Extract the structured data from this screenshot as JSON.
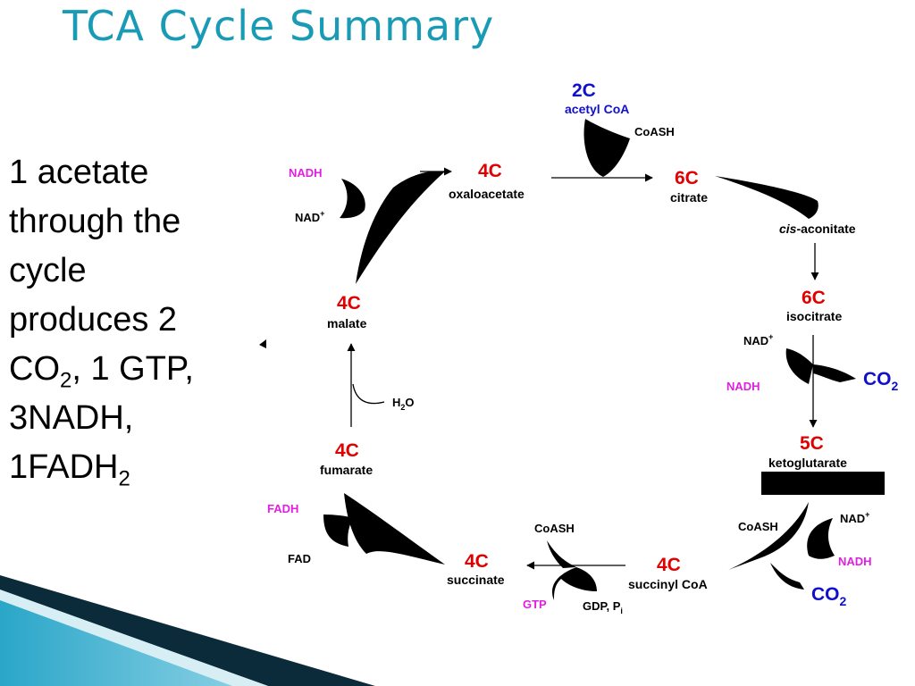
{
  "title": "TCA Cycle Summary",
  "summary": {
    "line1": "1 acetate",
    "line2": "through the",
    "line3": "cycle",
    "line4": "produces 2",
    "co_prefix": "CO",
    "co_sub": "2",
    "co_suffix": ", 1 GTP,",
    "line6": "3NADH,",
    "fadh_prefix": "1FADH",
    "fadh_sub": "2"
  },
  "molecules": {
    "acetyl_coa": {
      "carbons": "2C",
      "name": "acetyl CoA"
    },
    "oxaloacetate": {
      "carbons": "4C",
      "name": "oxaloacetate"
    },
    "citrate": {
      "carbons": "6C",
      "name": "citrate"
    },
    "cis_aconitate": {
      "prefix": "cis",
      "name": "-aconitate"
    },
    "isocitrate": {
      "carbons": "6C",
      "name": "isocitrate"
    },
    "ketoglutarate": {
      "carbons": "5C",
      "name": "ketoglutarate"
    },
    "succinyl_coa": {
      "carbons": "4C",
      "name": "succinyl CoA"
    },
    "succinate": {
      "carbons": "4C",
      "name": "succinate"
    },
    "fumarate": {
      "carbons": "4C",
      "name": "fumarate"
    },
    "malate": {
      "carbons": "4C",
      "name": "malate"
    }
  },
  "cofactors": {
    "coash_citrate": "CoASH",
    "nad_isocitrate": "NAD",
    "nadh_isocitrate": "NADH",
    "co2_isocitrate": "CO",
    "coash_keto": "CoASH",
    "nad_keto": "NAD",
    "nadh_keto": "NADH",
    "co2_keto": "CO",
    "coash_succinyl": "CoASH",
    "gtp": "GTP",
    "gdp_pi": "GDP, P",
    "pi_sub": "i",
    "fadh": "FADH",
    "fad": "FAD",
    "h2o_h": "H",
    "h2o_sub": "2",
    "h2o_o": "O",
    "nadh_malate": "NADH",
    "nad_malate": "NAD",
    "plus": "+",
    "two": "2"
  },
  "colors": {
    "title": "#1a9bb5",
    "carbon_count": "#e00000",
    "acetyl": "#1010cc",
    "nadh": "#e020e0",
    "co2": "#1010cc"
  }
}
